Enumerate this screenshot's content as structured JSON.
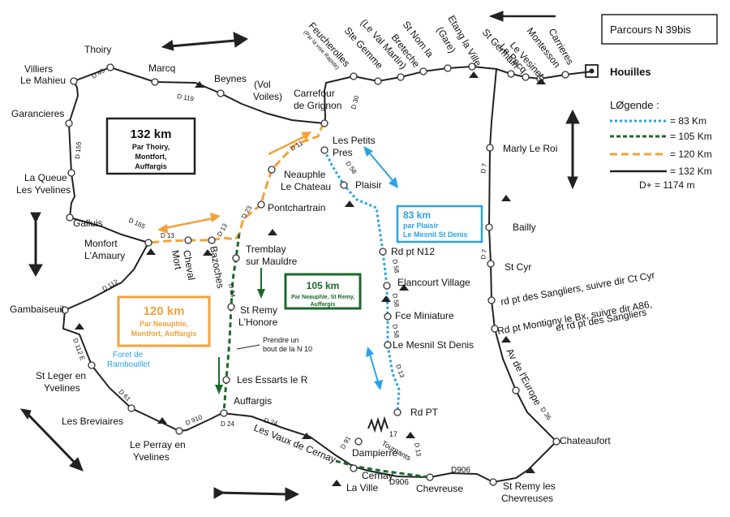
{
  "title": "Parcours N  39bis",
  "start_town": "Houilles",
  "legend": {
    "heading": "LØgende :",
    "items": [
      {
        "label": "=    83 Km",
        "color": "#29a3e6",
        "style": "dotted"
      },
      {
        "label": "= 105 Km",
        "color": "#1a6b2a",
        "style": "dashed"
      },
      {
        "label": "= 120 Km",
        "color": "#f4a13a",
        "style": "dashed"
      },
      {
        "label": "= 132 Km",
        "color": "#222222",
        "style": "solid"
      }
    ],
    "elevation": "D+ = 1174 m"
  },
  "route_boxes": {
    "r132": {
      "km": "132 km",
      "l1": "Par Thoiry,",
      "l2": "Montfort,",
      "l3": "Auffargis"
    },
    "r120": {
      "km": "120 km",
      "l1": "Par Neauphle,",
      "l2": "Montfort, Auffargis"
    },
    "r105": {
      "km": "105 km",
      "l1": "Par Neauphle, St Remy,",
      "l2": "Auffargis"
    },
    "r83": {
      "km": "83 km",
      "l1": "par Plaisir",
      "l2": "Le Mesnil St Denis"
    }
  },
  "colors": {
    "blue": "#29a3e6",
    "green": "#1a6b2a",
    "orange": "#f4a13a",
    "black": "#222222"
  },
  "towns": {
    "thoiry": "Thoiry",
    "villiers1": "Villiers",
    "villiers2": "Le Mahieu",
    "marcq": "Marcq",
    "beynes": "Beynes",
    "vol1": "(Vol",
    "vol2": "Voiles)",
    "carrefour1": "Carrefour",
    "carrefour2": "de Grignon",
    "feucherolles": "Feucherolles",
    "feucherolles_note": "(Par la voie Rapide)",
    "ste_gemme": "Ste Gemme",
    "val_martin": "(Le Val Martin)",
    "st_nom": "St Nom la",
    "breteche": "Breteche",
    "etang": "Etang la Ville",
    "gare": "(Gare)",
    "st_germain": "St Germain",
    "le_pecq": "Le Pecq",
    "le_vesinet": "Le Vesinet",
    "montesson": "Montesson",
    "carrieres": "Carrieres",
    "garancieres": "Garancieres",
    "la_queue1": "La Queue",
    "la_queue2": "Les Yvelines",
    "galluis": "Galluis",
    "monfort1": "Monfort",
    "monfort2": "L'Amaury",
    "gambaiseuil": "Gambaiseuil",
    "st_leger1": "St Leger en",
    "st_leger2": "Yvelines",
    "les_breviaires": "Les Breviaires",
    "le_perray1": "Le Perray en",
    "le_perray2": "Yvelines",
    "foret1": "Foret de",
    "foret2": "Rambouillet",
    "les_petits1": "Les Petits",
    "les_petits2": "Pres",
    "neauphle1": "Neauphle",
    "neauphle2": "Le Chateau",
    "plaisir": "Plaisir",
    "pontchartrain": "Pontchartrain",
    "cheval1": "Cheval",
    "cheval2": "Mort",
    "bazoches": "Bazoches",
    "tremblay1": "Tremblay",
    "tremblay2": "sur Mauldre",
    "st_remy_h1": "St Remy",
    "st_remy_h2": "L'Honore",
    "prendre1": "Prendre un",
    "prendre2": "bout de la N 10",
    "les_essarts": "Les Essarts le R",
    "auffargis": "Auffargis",
    "les_vaux": "Les Vaux de Cernay",
    "dampierre": "Dampierre",
    "cernay1": "Cernay",
    "cernay2": "La Ville",
    "chevreuse": "Chevreuse",
    "tournants1": "17",
    "tournants2": "Tournants",
    "rd_pt": "Rd PT",
    "rd_pt_n12": "Rd pt N12",
    "elancourt": "Elancourt Village",
    "fce_miniature": "Fce Miniature",
    "le_mesnil": "Le Mesnil St Denis",
    "marly": "Marly Le Roi",
    "bailly": "Bailly",
    "st_cyr": "St Cyr",
    "sangliers": "rd pt des Sangliers,   suivre dir Ct Cyr",
    "montigny1": "Rd pt Montigny le Bx, suivre dir A86,",
    "montigny2": "et rd pt des Sangliers",
    "av_europe": "Av de l'Europe",
    "chateaufort": "Chateaufort",
    "st_remy_c1": "St Remy les",
    "st_remy_c2": "Chevreuses"
  },
  "roads": {
    "d45": "D 45",
    "d119": "D 119",
    "d30": "D 30",
    "d155": "D 155",
    "d165": "D 165",
    "d13a": "D 13",
    "d13b": "D 13",
    "d11": "D 11",
    "d58": "D 58",
    "d23": "D 23",
    "d34": "D 34",
    "d112": "D 112",
    "d112e": "D 112 E",
    "d61": "D 61",
    "d910": "D 910",
    "d24a": "D 24",
    "d24b": "D 24",
    "d91": "D 91",
    "d13c": "D 13",
    "d906a": "D906",
    "d906b": "D906",
    "d7a": "D 7",
    "d7b": "D 7",
    "d36": "D 36",
    "d58b": "D 58",
    "d58c": "D 58",
    "d58d": "D 58",
    "d13d": "D 13"
  }
}
